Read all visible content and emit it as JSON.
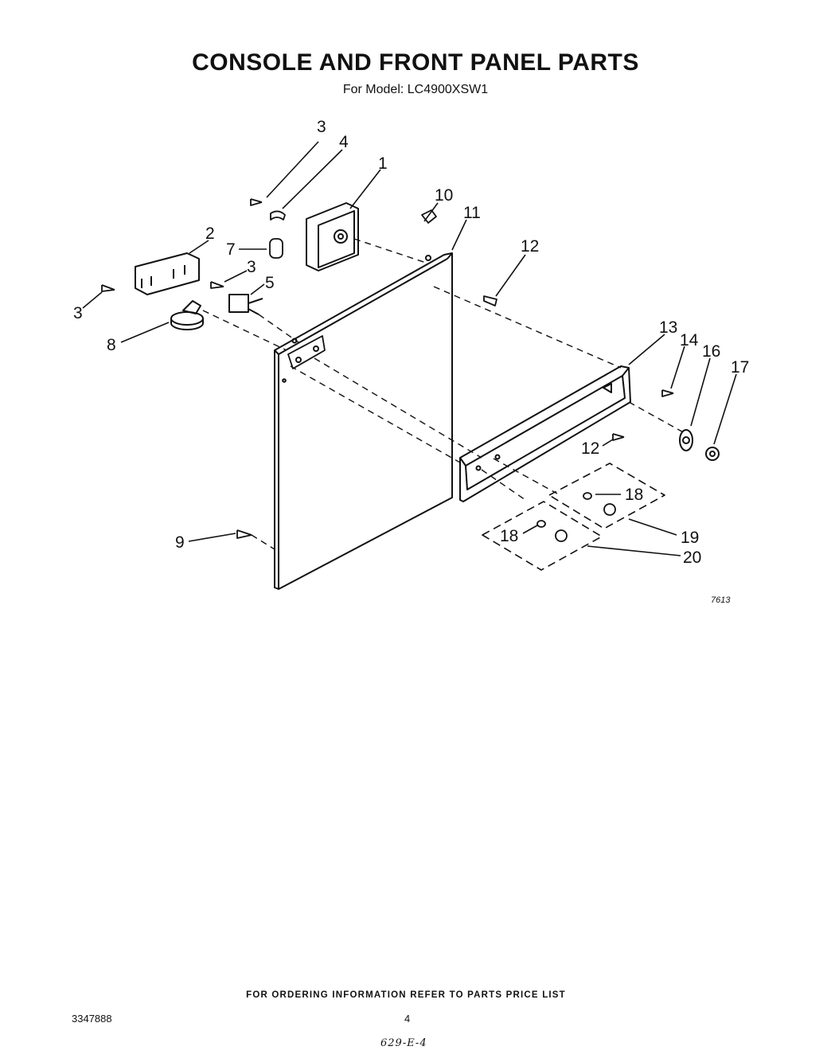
{
  "title": "CONSOLE AND FRONT PANEL PARTS",
  "subtitle": "For Model: LC4900XSW1",
  "callouts": {
    "c1": "1",
    "c2": "2",
    "c3a": "3",
    "c3b": "3",
    "c3c": "3",
    "c4": "4",
    "c5": "5",
    "c7": "7",
    "c8": "8",
    "c9": "9",
    "c10": "10",
    "c11": "11",
    "c12a": "12",
    "c12b": "12",
    "c13": "13",
    "c14": "14",
    "c16": "16",
    "c17": "17",
    "c18a": "18",
    "c18b": "18",
    "c19": "19",
    "c20": "20"
  },
  "figure_number": "7613",
  "footer": {
    "ordering_info": "FOR ORDERING INFORMATION REFER TO PARTS PRICE LIST",
    "document_number": "3347888",
    "page_number": "4",
    "handwritten_note": "629-E-4"
  }
}
